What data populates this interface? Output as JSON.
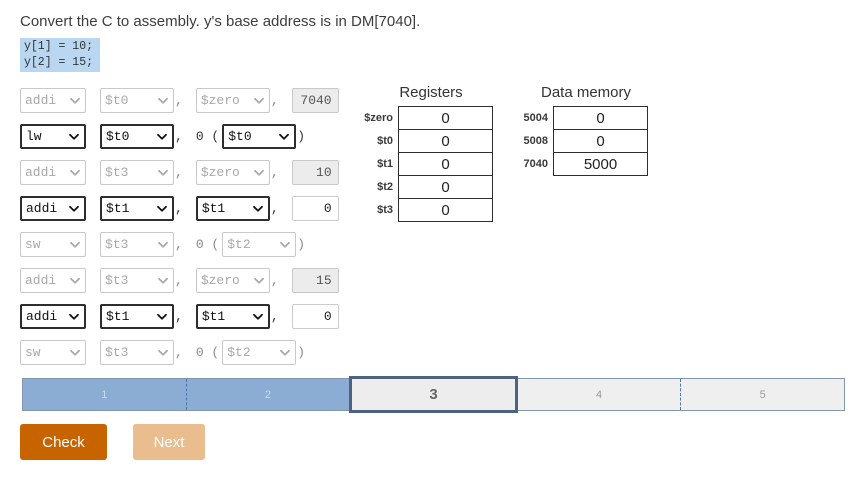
{
  "header": {
    "title": "Convert the C to assembly. y's base address is in DM[7040]."
  },
  "code": {
    "lines": [
      "y[1] = 10;",
      "y[2] = 15;"
    ]
  },
  "instructions": {
    "comma": ",",
    "rows": [
      {
        "op": "addi",
        "rt": "$t0",
        "rs": "$zero",
        "imm": "7040",
        "enabled": false,
        "imm_enabled": false
      },
      {
        "op": "lw",
        "rt": "$t0",
        "offset_text": "0 (",
        "base": "$t0",
        "close_text": ")",
        "enabled": true
      },
      {
        "op": "addi",
        "rt": "$t3",
        "rs": "$zero",
        "imm": "10",
        "enabled": false,
        "imm_enabled": false
      },
      {
        "op": "addi",
        "rt": "$t1",
        "rs": "$t1",
        "imm": "0",
        "enabled": true,
        "imm_enabled": true
      },
      {
        "op": "sw",
        "rt": "$t3",
        "offset_text": "0 (",
        "base": "$t2",
        "close_text": ")",
        "enabled": false
      },
      {
        "op": "addi",
        "rt": "$t3",
        "rs": "$zero",
        "imm": "15",
        "enabled": false,
        "imm_enabled": false
      },
      {
        "op": "addi",
        "rt": "$t1",
        "rs": "$t1",
        "imm": "0",
        "enabled": true,
        "imm_enabled": true
      },
      {
        "op": "sw",
        "rt": "$t3",
        "offset_text": "0 (",
        "base": "$t2",
        "close_text": ")",
        "enabled": false
      }
    ]
  },
  "registers": {
    "title": "Registers",
    "rows": [
      {
        "label": "$zero",
        "value": "0"
      },
      {
        "label": "$t0",
        "value": "0"
      },
      {
        "label": "$t1",
        "value": "0"
      },
      {
        "label": "$t2",
        "value": "0"
      },
      {
        "label": "$t3",
        "value": "0"
      }
    ]
  },
  "data_memory": {
    "title": "Data memory",
    "rows": [
      {
        "label": "5004",
        "value": "0"
      },
      {
        "label": "5008",
        "value": "0"
      },
      {
        "label": "7040",
        "value": "5000"
      }
    ]
  },
  "progress": {
    "steps": [
      {
        "label": "1",
        "state": "done",
        "divider_before": false
      },
      {
        "label": "2",
        "state": "done",
        "divider_before": true
      },
      {
        "label": "3",
        "state": "current",
        "divider_before": false
      },
      {
        "label": "4",
        "state": "todo",
        "divider_before": false
      },
      {
        "label": "5",
        "state": "todo",
        "divider_before": true
      }
    ]
  },
  "buttons": {
    "check": "Check",
    "next": "Next"
  },
  "colors": {
    "check_button": "#c76400",
    "next_button_disabled": "#e9bd8d",
    "progress_done": "#8cadd3",
    "current_border": "#4e6180",
    "code_highlight": "#b9d7f1"
  }
}
